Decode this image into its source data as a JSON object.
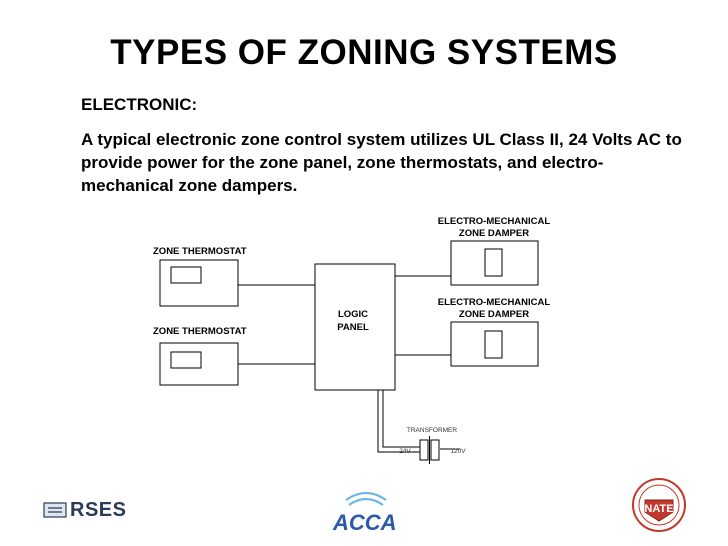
{
  "slide": {
    "title": "TYPES OF ZONING SYSTEMS",
    "subheading": "ELECTRONIC:",
    "body": "A typical electronic zone control system utilizes UL Class II, 24 Volts AC to provide power for the zone panel, zone thermostats, and electro-mechanical zone dampers."
  },
  "diagram": {
    "thermostat_label_1": "ZONE THERMOSTAT",
    "thermostat_label_2": "ZONE THERMOSTAT",
    "logic_panel_line1": "LOGIC",
    "logic_panel_line2": "PANEL",
    "damper_label_1_line1": "ELECTRO-MECHANICAL",
    "damper_label_1_line2": "ZONE DAMPER",
    "damper_label_2_line1": "ELECTRO-MECHANICAL",
    "damper_label_2_line2": "ZONE DAMPER",
    "transformer_label": "TRANSFORMER",
    "secondary_voltage": "24V",
    "primary_voltage": "120V"
  },
  "logos": {
    "rses": "RSES",
    "acca": "ACCA",
    "nate": "NATE",
    "rses_color": "#2a3a5e",
    "acca_color": "#2a5aa8",
    "nate_color": "#c0392b"
  }
}
